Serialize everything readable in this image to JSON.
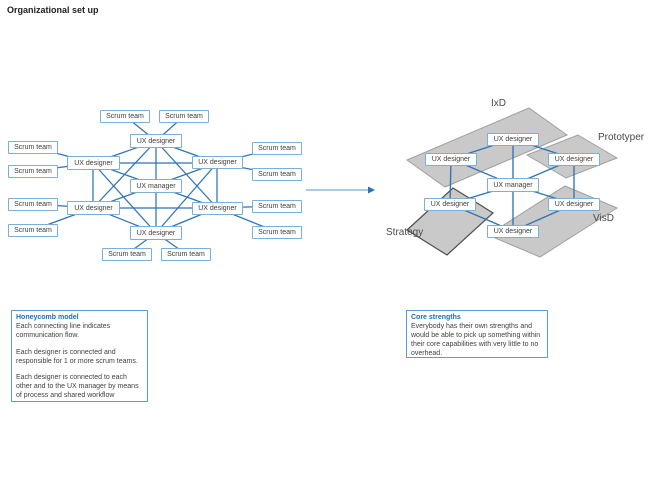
{
  "page_title": "Organizational set up",
  "labels": {
    "ux_designer": "UX designer",
    "ux_manager": "UX manager",
    "scrum_team": "Scrum team"
  },
  "right_diagram": {
    "layers": {
      "ixd": "IxD",
      "prototyper": "Prototyper",
      "visd": "VisD",
      "strategy": "Strategy"
    }
  },
  "callouts": {
    "honeycomb": {
      "title": "Honeycomb model",
      "paragraphs": [
        "Each connecting line indicates communication flow.",
        "Each designer is connected and responsible for 1 or more scrum teams.",
        "Each designer is connected to each other and to the UX manager by means of process and shared workflow"
      ]
    },
    "core_strengths": {
      "title": "Core strengths",
      "paragraphs": [
        "Everybody has their own strengths and would be able to pick up something within their core capabilities with very little to no overhead."
      ]
    }
  },
  "colors": {
    "connection_blue": "#2e74b5",
    "box_border_blue": "#7bafd6",
    "layer_gray_fill": "#c9c9c9",
    "layer_gray_border": "#a0a0a0",
    "strategy_border": "#4f4f4f",
    "callout_border": "#5b9bd5",
    "callout_title_blue": "#1f6cb0",
    "arrow_light_blue": "#a9cbe5"
  }
}
